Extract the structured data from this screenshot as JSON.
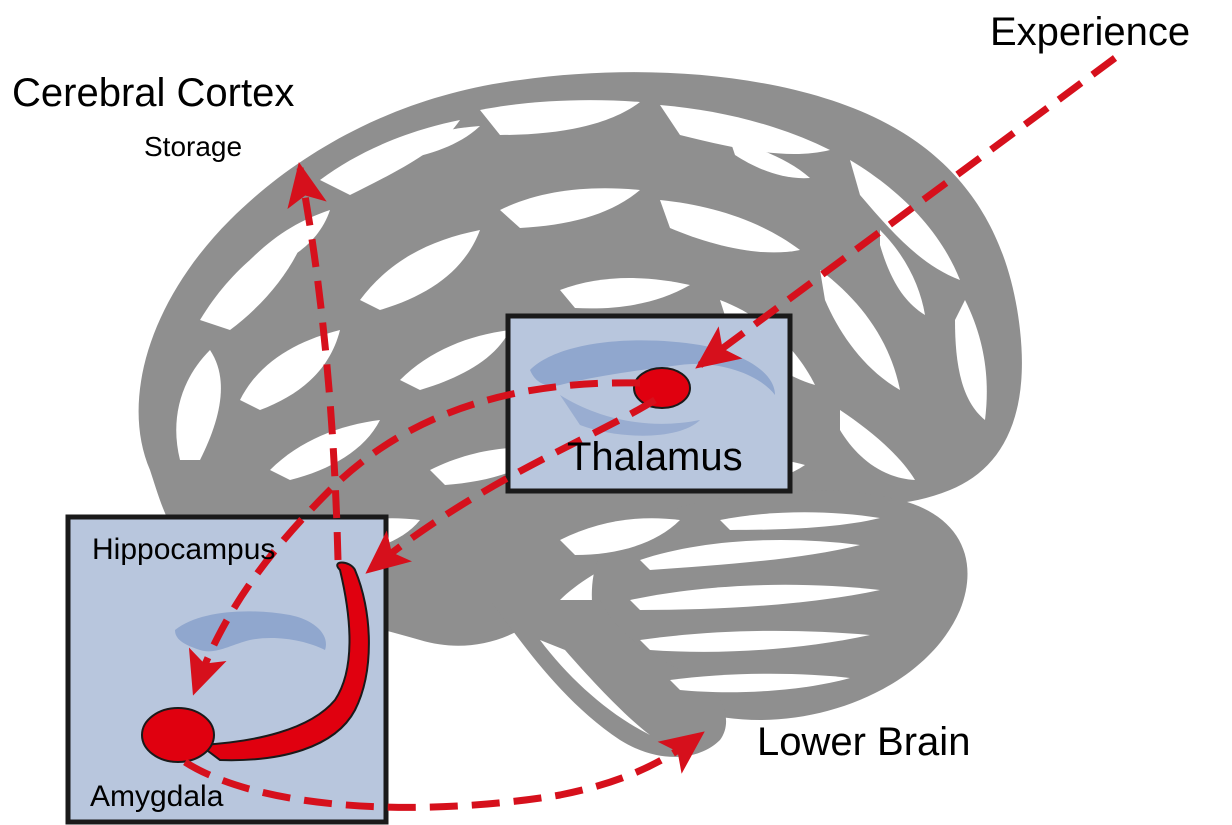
{
  "labels": {
    "experience": "Experience",
    "cerebral_cortex": "Cerebral Cortex",
    "storage": "Storage",
    "thalamus": "Thalamus",
    "hippocampus": "Hippocampus",
    "amygdala": "Amygdala",
    "lower_brain": "Lower Brain"
  },
  "colors": {
    "brain_outline": "#8f8f8f",
    "gyri_fill": "#ffffff",
    "inset_fill": "#b8c6dd",
    "inset_shape": "#8ca3cc",
    "inset_border": "#1a1a1a",
    "pathway": "#d6101c",
    "structure_fill": "#e0000f"
  }
}
